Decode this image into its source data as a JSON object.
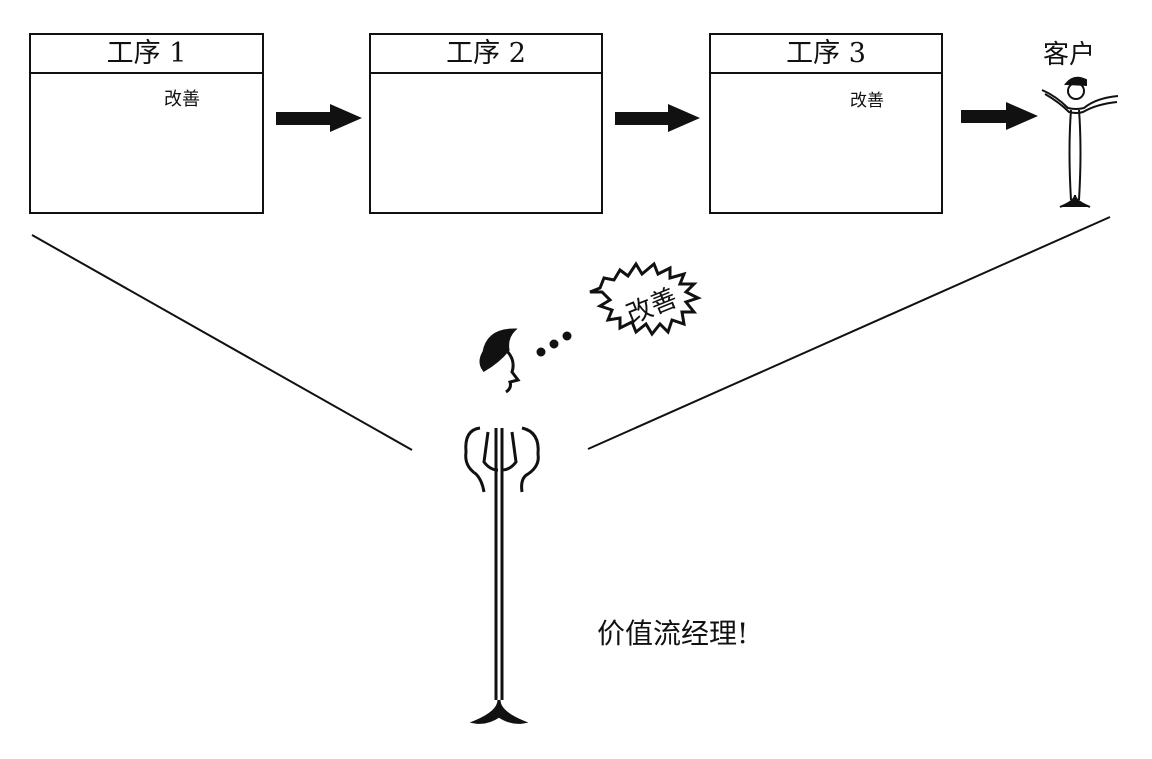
{
  "processes": [
    {
      "label": "工序 1"
    },
    {
      "label": "工序 2"
    },
    {
      "label": "工序 3"
    }
  ],
  "customer_label": "客户",
  "bubbles": {
    "p1": "改善",
    "p3": "改善",
    "manager": "改善"
  },
  "manager_label": "价值流经理!",
  "colors": {
    "ink": "#111111",
    "background": "#ffffff"
  }
}
